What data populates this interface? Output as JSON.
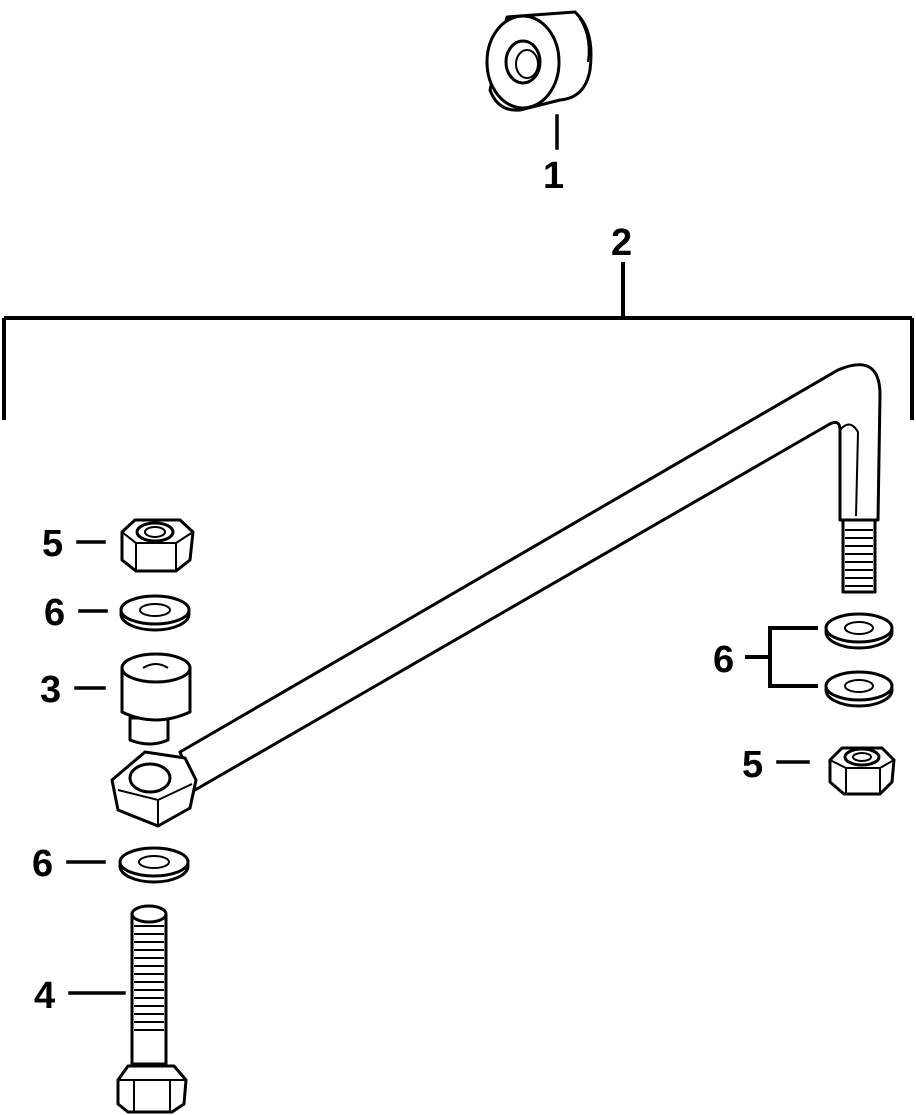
{
  "callouts": {
    "c1": "1",
    "c2": "2",
    "c3": "3",
    "c4": "4",
    "c5_left": "5",
    "c5_right": "5",
    "c6_left_top": "6",
    "c6_left_bottom": "6",
    "c6_right": "6"
  },
  "colors": {
    "line": "#000000",
    "background": "#ffffff"
  }
}
